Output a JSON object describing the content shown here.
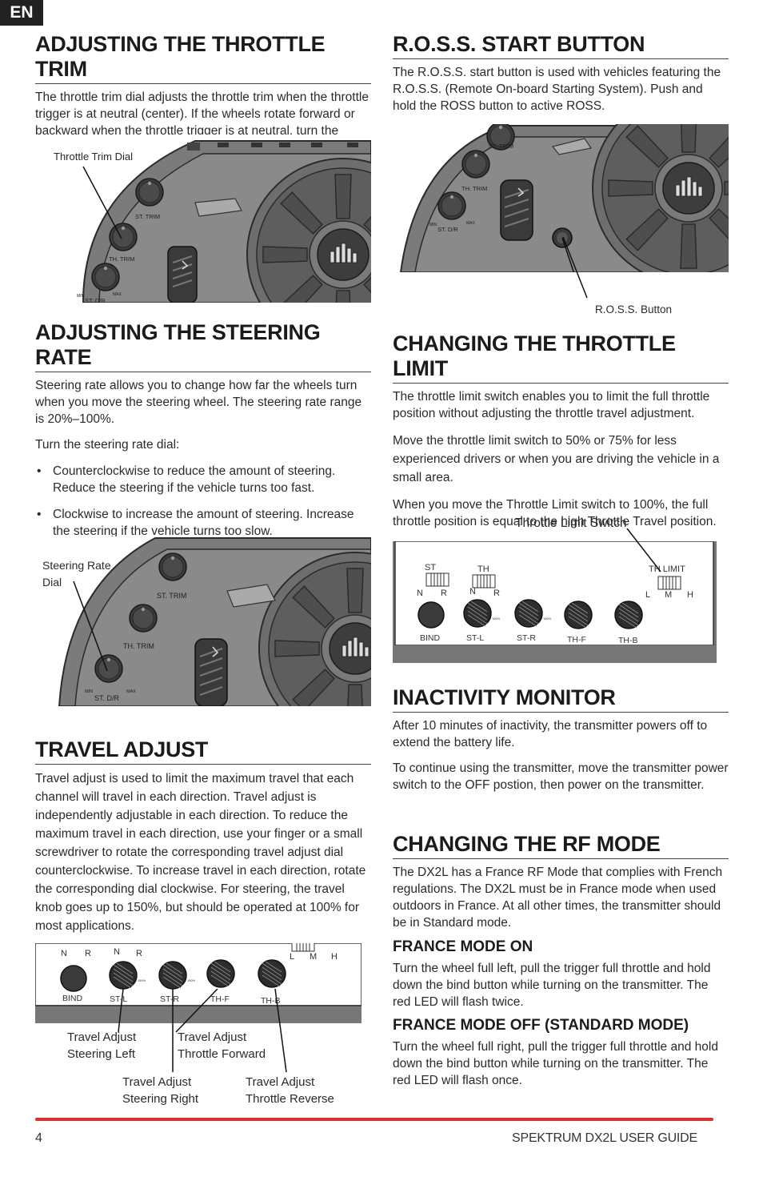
{
  "lang_tab": "EN",
  "left": {
    "throttle_trim": {
      "title": "ADJUSTING THE THROTTLE TRIM",
      "body": "The throttle trim dial adjusts the throttle trim when the throttle trigger is at neutral (center). If the wheels rotate forward or backward when the throttle trigger is at neutral, turn the throttle trim dial until the wheels stop rotating.",
      "callout": "Throttle Trim Dial"
    },
    "steering_rate": {
      "title": "ADJUSTING THE STEERING RATE",
      "body": "Steering rate allows you to change how far the wheels turn when you move the steering wheel. The steering rate range is 20%–100%.",
      "intro": "Turn the steering rate dial:",
      "bullets": [
        "Counterclockwise to reduce the amount of steering. Reduce the steering if the vehicle turns too fast.",
        "Clockwise to increase the amount of steering. Increase the steering if the vehicle turns too slow."
      ],
      "callout": "Steering Rate Dial"
    },
    "travel_adjust": {
      "title": "TRAVEL ADJUST",
      "body": "Travel adjust is used to limit the maximum travel that each channel will travel in each direction. Travel adjust is independently adjustable in each direction. To reduce the maximum travel in each direction, use your finger or a small screwdriver to rotate the corresponding travel adjust dial counterclockwise. To increase travel in each direction, rotate the corresponding dial clockwise.  For steering, the travel knob goes up to 150%, but should be operated at 100% for most applications.",
      "callouts": {
        "steering_left": "Travel Adjust Steering Left",
        "throttle_forward": "Travel Adjust Throttle Forward",
        "steering_right": "Travel Adjust Steering Right",
        "throttle_reverse": "Travel Adjust Throttle Reverse"
      }
    }
  },
  "right": {
    "ross": {
      "title": "R.O.S.S. START BUTTON",
      "body": "The R.O.S.S. start button is used with vehicles featuring the R.O.S.S. (Remote On-board Starting System). Push and hold the ROSS button to active ROSS.",
      "callout": "R.O.S.S. Button"
    },
    "throttle_limit": {
      "title": "CHANGING THE THROTTLE LIMIT",
      "p1": "The throttle limit switch enables you to limit the full throttle position without adjusting the throttle travel adjustment.",
      "p2": "Move the throttle limit switch to 50% or 75% for less experienced drivers or when you are driving the vehicle in a small area.",
      "p3": "When you move the Throttle Limit switch to 100%, the full throttle position is equal to the high Throttle Travel position.",
      "callout": "Throttle Limit Switch"
    },
    "inactivity": {
      "title": "INACTIVITY MONITOR",
      "p1": "After 10 minutes of inactivity, the transmitter powers off to extend the battery life.",
      "p2": "To continue using the transmitter, move the transmitter power switch to the OFF postion, then power on the transmitter."
    },
    "rf_mode": {
      "title": "CHANGING THE RF MODE",
      "body": "The DX2L has a France RF Mode that complies with French regulations. The DX2L must be in France mode when used outdoors in France. At all other times, the transmitter should be in Standard mode.",
      "on_title": "FRANCE MODE ON",
      "on_body": "Turn the wheel full left, pull the trigger full throttle and hold down the bind button while turning on the transmitter. The red LED will flash twice.",
      "off_title": "FRANCE MODE OFF (STANDARD MODE)",
      "off_body": "Turn the wheel full right, pull the trigger full throttle and hold down the bind button while turning on the transmitter. The red LED will flash once."
    }
  },
  "diagram_labels": {
    "st_trim": "ST. TRIM",
    "th_trim": "TH. TRIM",
    "st_dr": "ST. D/R",
    "min": "MIN",
    "max": "MAX",
    "st": "ST",
    "th": "TH",
    "n": "N",
    "r": "R",
    "th_limit": "TH LIMIT",
    "l": "L",
    "m": "M",
    "h": "H",
    "bind": "BIND",
    "st_l": "ST-L",
    "st_r": "ST-R",
    "th_f": "TH-F",
    "th_b": "TH-B",
    "pct150": "150%"
  },
  "footer": {
    "page": "4",
    "guide": "SPEKTRUM DX2L USER GUIDE"
  }
}
